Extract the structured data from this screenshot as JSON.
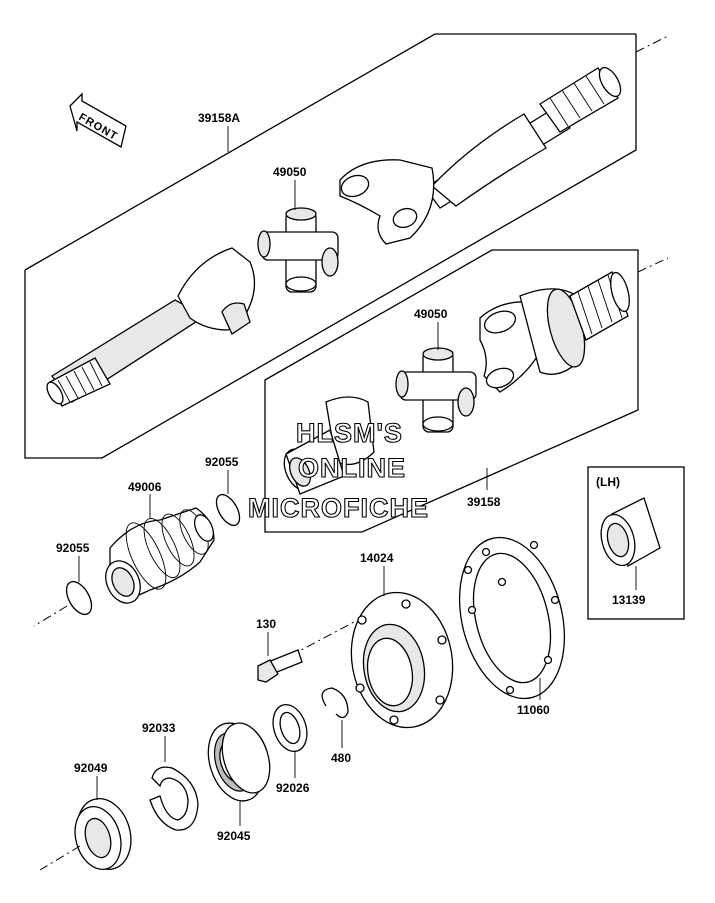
{
  "front_marker": "FRONT",
  "callouts": [
    {
      "key": "p39158A",
      "text": "39158A"
    },
    {
      "key": "p49050a",
      "text": "49050"
    },
    {
      "key": "p49050b",
      "text": "49050"
    },
    {
      "key": "p39158",
      "text": "39158"
    },
    {
      "key": "p92055a",
      "text": "92055"
    },
    {
      "key": "p49006",
      "text": "49006"
    },
    {
      "key": "p92055b",
      "text": "92055"
    },
    {
      "key": "p14024",
      "text": "14024"
    },
    {
      "key": "p130",
      "text": "130"
    },
    {
      "key": "p11060",
      "text": "11060"
    },
    {
      "key": "p480",
      "text": "480"
    },
    {
      "key": "p92026",
      "text": "92026"
    },
    {
      "key": "p92033",
      "text": "92033"
    },
    {
      "key": "p92049",
      "text": "92049"
    },
    {
      "key": "p92045",
      "text": "92045"
    },
    {
      "key": "pLH",
      "text": "(LH)"
    },
    {
      "key": "p13139",
      "text": "13139"
    }
  ],
  "watermark": {
    "line1": "HLSM'S",
    "line2": "ONLINE",
    "line3": "MICROFICHE"
  },
  "colors": {
    "line": "#000000",
    "background": "#ffffff",
    "shade": "#e8e8e8"
  }
}
